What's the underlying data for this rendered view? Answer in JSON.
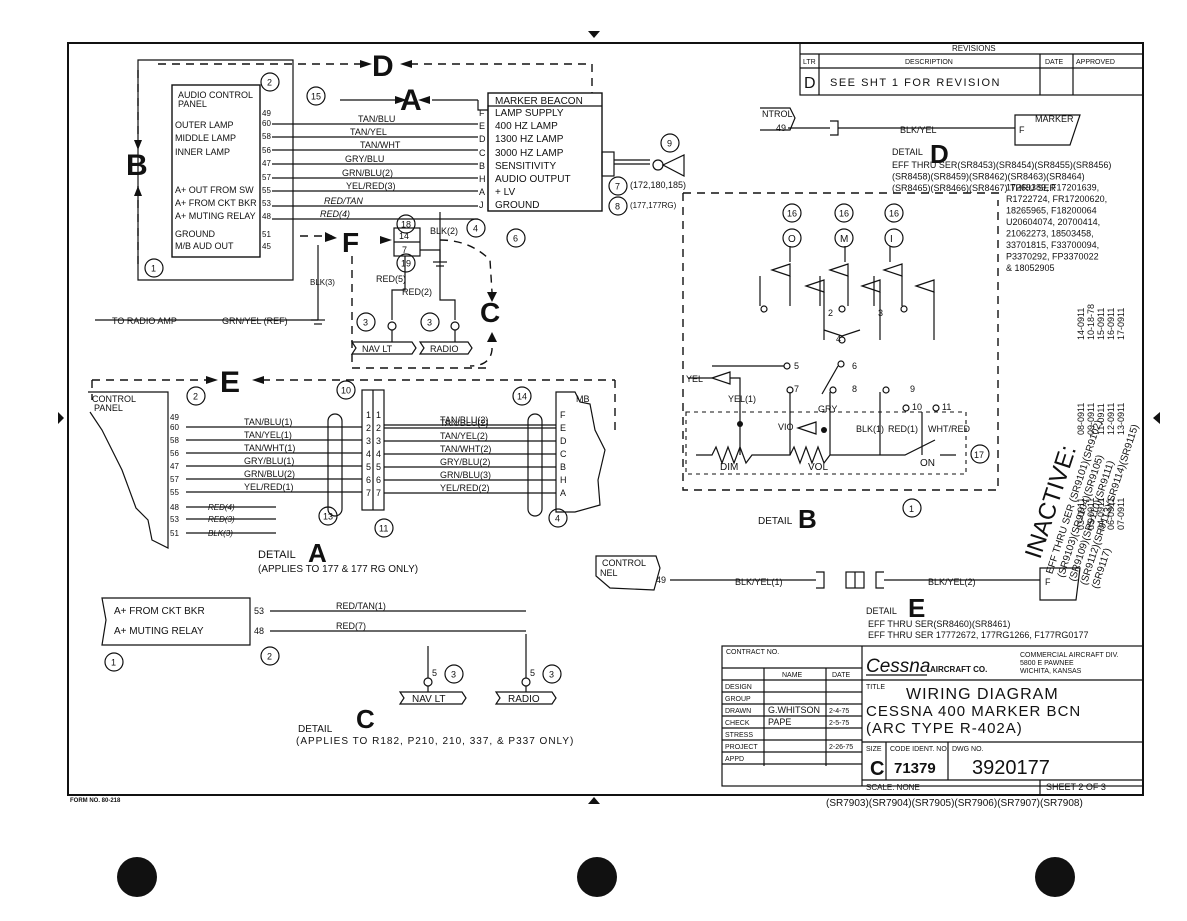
{
  "revisions": {
    "header": "REVISIONS",
    "col_ltr": "LTR",
    "col_desc": "DESCRIPTION",
    "col_date": "DATE",
    "col_approved": "APPROVED",
    "row_ltr": "D",
    "row_desc": "SEE SHT 1 FOR REVISION"
  },
  "detail_a": {
    "panel_title": "AUDIO CONTROL PANEL",
    "panel_rows": [
      "OUTER LAMP",
      "MIDDLE LAMP",
      "INNER LAMP",
      "A+ OUT FROM SW",
      "A+ FROM CKT BKR",
      "A+ MUTING RELAY",
      "GROUND",
      "M/B AUD OUT"
    ],
    "panel_pins": [
      "49",
      "60",
      "58",
      "56",
      "47",
      "57",
      "55",
      "53",
      "48",
      "51",
      "45"
    ],
    "wires": [
      "TAN/BLU",
      "TAN/YEL",
      "TAN/WHT",
      "GRY/BLU",
      "GRN/BLU(2)",
      "YEL/RED(3)",
      "RED/TAN",
      "RED(4)"
    ],
    "mb_title": "MARKER BEACON",
    "mb_rows": [
      "LAMP SUPPLY",
      "400 HZ LAMP",
      "1300 HZ LAMP",
      "3000 HZ LAMP",
      "SENSITIVITY",
      "AUDIO OUTPUT",
      "+ LV",
      "GROUND"
    ],
    "mb_pins": [
      "F",
      "E",
      "D",
      "C",
      "B",
      "H",
      "A",
      "J"
    ],
    "callouts": [
      "2",
      "15",
      "1",
      "9",
      "7",
      "8",
      "6",
      "4",
      "18",
      "19",
      "3"
    ],
    "callout_7_note": "(172,180,185)",
    "callout_8_note": "(177,177RG)",
    "misc_labels": [
      "BLK(3)",
      "BLK(2)",
      "RED(5)",
      "RED(2)",
      "14",
      "7",
      "GRN/YEL (REF)",
      "TO RADIO AMP"
    ],
    "tag_nav": "NAV LT",
    "tag_radio": "RADIO",
    "letters": [
      "A",
      "B",
      "C",
      "D",
      "E",
      "F"
    ]
  },
  "detail_d": {
    "ctrl": "NTROL",
    "pin": "49",
    "wire": "BLK/YEL",
    "marker": "MARKER",
    "pin_f": "F",
    "label": "DETAIL",
    "letter": "D",
    "eff_lines": [
      "EFF THRU SER(SR8453)(SR8454)(SR8455)(SR8456)",
      "(SR8458)(SR8459)(SR8462)(SR8463)(SR8464)",
      "(SR8465)(SR8466)(SR8467) THRU SER",
      "17269389, F17201639,",
      "R1722724, FR17200620,",
      "18265965, F18200064",
      "U20604074, 20700414,",
      "21062273, 18503458,",
      "33701815, F33700094,",
      "P3370292, FP3370022",
      "& 18052905"
    ]
  },
  "detail_b": {
    "lamps": [
      "O",
      "M",
      "I"
    ],
    "callout": "16",
    "nodes": [
      "2",
      "3",
      "4",
      "5",
      "6",
      "7",
      "8",
      "9",
      "10",
      "11"
    ],
    "wire_labels": [
      "YEL",
      "YEL(1)",
      "GRY",
      "VIO",
      "BLK(1)",
      "RED(1)",
      "WHT/RED"
    ],
    "controls": [
      "DIM",
      "VOL",
      "ON"
    ],
    "callout_17": "17",
    "callout_1": "1",
    "label": "DETAIL",
    "letter": "B"
  },
  "detail_e_upper": {
    "ctrl": "CONTROL PANEL",
    "pins": [
      "49",
      "60",
      "58",
      "56",
      "47",
      "57",
      "55",
      "48",
      "53",
      "51"
    ],
    "left_wires": [
      "TAN/BLU(1)",
      "TAN/YEL(1)",
      "TAN/WHT(1)",
      "GRY/BLU(1)",
      "GRN/BLU(2)",
      "YEL/RED(1)",
      "RED(4)",
      "RED(3)",
      "BLK(3)"
    ],
    "conn_nums": [
      "1",
      "2",
      "3",
      "4",
      "5",
      "6",
      "7"
    ],
    "right_wires": [
      "TAN/BLU(2)",
      "TAN/YEL(2)",
      "TAN/WHT(2)",
      "GRY/BLU(2)",
      "GRN/BLU(3)",
      "YEL/RED(2)"
    ],
    "right_pins": [
      "F",
      "E",
      "D",
      "C",
      "B",
      "H",
      "A"
    ],
    "mb_short": "MB",
    "callouts": [
      "2",
      "10",
      "14",
      "13",
      "11",
      "4"
    ],
    "label": "DETAIL",
    "letter": "A",
    "note": "(APPLIES TO 177 & 177 RG ONLY)"
  },
  "detail_e_lower": {
    "ctrl": "CONTROL NEL",
    "pin": "49",
    "wire1": "BLK/YEL(1)",
    "conn": "1",
    "wire2": "BLK/YEL(2)",
    "pin_f": "F",
    "label": "DETAIL",
    "letter": "E",
    "eff1": "EFF THRU SER(SR8460)(SR8461)",
    "eff2": "EFF THRU SER 17772672, 177RG1266, F177RG0177"
  },
  "detail_c": {
    "rows": [
      "A+ FROM CKT BKR",
      "A+ MUTING RELAY"
    ],
    "pins": [
      "53",
      "48"
    ],
    "wires": [
      "RED/TAN(1)",
      "RED(7)"
    ],
    "callouts": [
      "1",
      "2",
      "3"
    ],
    "node": "5",
    "tag_nav": "NAV LT",
    "tag_radio": "RADIO",
    "label": "DETAIL",
    "letter": "C",
    "note": "(APPLIES TO R182, P210, 210, 337, & P337 ONLY)"
  },
  "inactive": {
    "title": "INACTIVE:",
    "lines": [
      "EFF THRU SER (SR9101)(SR9102)",
      "(SR9103)(SR9104)(SR9105)",
      "(SR9109)(SR9110)(SR9111)",
      "(SR9112)(SR9113)(SR9114)(SR9115)",
      "(SR9117)"
    ],
    "codes": [
      "17-0911",
      "16-0911",
      "15-0911",
      "10-18-78",
      "14-0911",
      "13-0911",
      "12-0911",
      "11-0911",
      "09-0911",
      "08-0911",
      "07-0911",
      "06-0911",
      "04-0911",
      "05-0911",
      "03-0911"
    ]
  },
  "title_block": {
    "contract": "CONTRACT NO.",
    "col_name": "NAME",
    "col_date": "DATE",
    "roles": [
      "DESIGN",
      "GROUP",
      "DRAWN",
      "CHECK",
      "STRESS",
      "PROJECT",
      "APPD"
    ],
    "names": [
      "",
      "",
      "G.WHITSON",
      "PAPE",
      "",
      "",
      ""
    ],
    "dates": [
      "",
      "",
      "2-4-75",
      "2-5-75",
      "",
      "2-26-75",
      ""
    ],
    "company_logo": "Cessna",
    "company_suffix": "AIRCRAFT CO.",
    "division": [
      "COMMERCIAL AIRCRAFT DIV.",
      "5800 E PAWNEE",
      "WICHITA, KANSAS"
    ],
    "title_label": "TITLE",
    "title_lines": [
      "WIRING DIAGRAM",
      "CESSNA 400 MARKER BCN",
      "(ARC TYPE R-402A)"
    ],
    "size_label": "SIZE",
    "size": "C",
    "code_label": "CODE IDENT. NO.",
    "code": "71379",
    "dwg_label": "DWG NO.",
    "dwg": "3920177",
    "scale": "SCALE: NONE",
    "sheet": "SHEET 2 OF 3"
  },
  "footer": {
    "form": "FORM NO. 80-218",
    "serials": "(SR7903)(SR7904)(SR7905)(SR7906)(SR7907)(SR7908)"
  }
}
